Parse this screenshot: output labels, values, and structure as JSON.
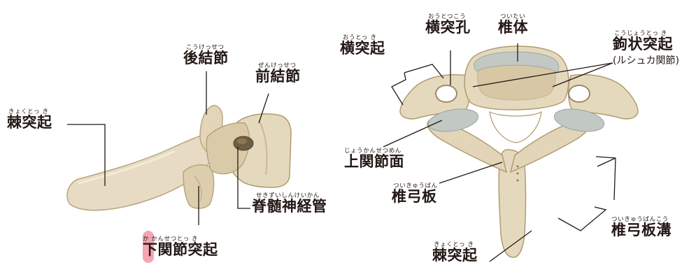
{
  "left_view": {
    "posterior_tubercle": {
      "ruby": "こうけっせつ",
      "label": "後結節"
    },
    "anterior_tubercle": {
      "ruby": "ぜんけっせつ",
      "label": "前結節"
    },
    "spinous_process": {
      "ruby": "きょくとっ き",
      "label": "棘突起"
    },
    "spinal_canal": {
      "ruby": "せきずいしんけいかん",
      "label": "脊髄神経管"
    },
    "inferior_articular_process": {
      "ruby": "か かんせつとっ き",
      "label": "下関節突起"
    }
  },
  "right_view": {
    "transverse_foramen": {
      "ruby": "おうとつこう",
      "label": "横突孔"
    },
    "vertebral_body": {
      "ruby": "ついたい",
      "label": "椎体"
    },
    "transverse_process": {
      "ruby": "おうとっ き",
      "label": "横突起"
    },
    "uncinate_process": {
      "ruby": "こうじょうとっ き",
      "label": "鉤状突起",
      "sub": "(ルシュカ関節)"
    },
    "superior_articular_surface": {
      "ruby": "じょうかんせつめん",
      "label": "上関節面"
    },
    "lamina": {
      "ruby": "ついきゅうばん",
      "label": "椎弓板"
    },
    "laminar_groove": {
      "ruby": "ついきゅうばんこう",
      "label": "椎弓板溝"
    },
    "spinous_process": {
      "ruby": "きょくとっ き",
      "label": "棘突起"
    }
  },
  "colors": {
    "bone": "#e7dcc3",
    "bone_shade": "#c9b896",
    "bone_dark": "#8e7a58",
    "body_top": "#d8c7a4",
    "cartilage": "#c2c9c4",
    "highlight": "#f3a6b2",
    "text": "#231815"
  }
}
